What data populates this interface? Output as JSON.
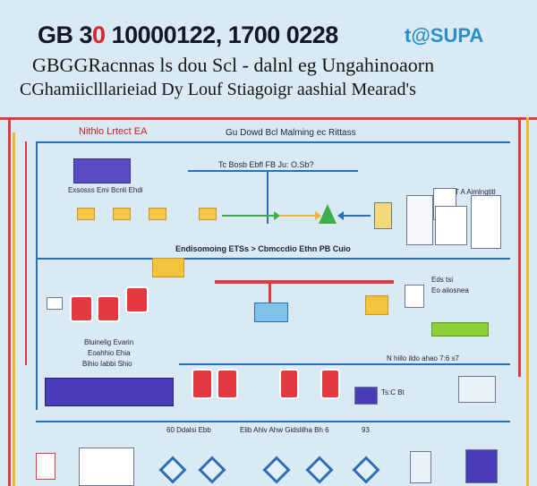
{
  "header": {
    "code_prefix": "GB 3",
    "code_red": "0 ",
    "code_rest": "10000122, 1700 0228",
    "logo": "t@SUPA",
    "subtitle_1": "GBGGRacnnas ls dou Scl - dalnl eg Ungahinoaorn",
    "subtitle_2": "CGhamiiclllarieiad Dy Louf Stiagoigr aashial Mearad's"
  },
  "diagram": {
    "frame_left_label": "Nithlo Lrtect  EA",
    "frame_center_label": "Gu Dowd  Bcl Malming ec Rittass",
    "row1_top_label": "Tc Bosb  Ebfl FB  Ju: O.Sb?",
    "row1_left_caption": "Exsosss  Emi Bcnli  Ehdi",
    "mid_label": "Endisomoing  ETSs > Cbmccdio  Ethn  PB  Cuio",
    "right_doc_label": "T A  Aimlngtitl",
    "right_mid_label_1": "Eds tsi",
    "right_mid_label_2": "Eo aiiosnea",
    "left_mid_caption_1": "Bluinelig  Evarin",
    "left_mid_caption_2": "Eoahhio  Ehia",
    "left_mid_caption_3": "Bihio Iabbi  Shio",
    "right_row3_label": "N  hiilo  ildo ahao  7:6 s7",
    "right_row3_small": "Ts:C Bt",
    "bottom_label_1": "60  Ddalsi  Ebb",
    "bottom_label_2": "Elib  Ahiv  Ahw Gidslilha  Bh 6",
    "bottom_label_3": "93",
    "colors": {
      "frame_red": "#e33a3f",
      "frame_yellow": "#f1b52e",
      "flow_blue": "#2b6fb6",
      "flow_green": "#3fae49",
      "folder_yellow": "#f5c64a"
    }
  }
}
